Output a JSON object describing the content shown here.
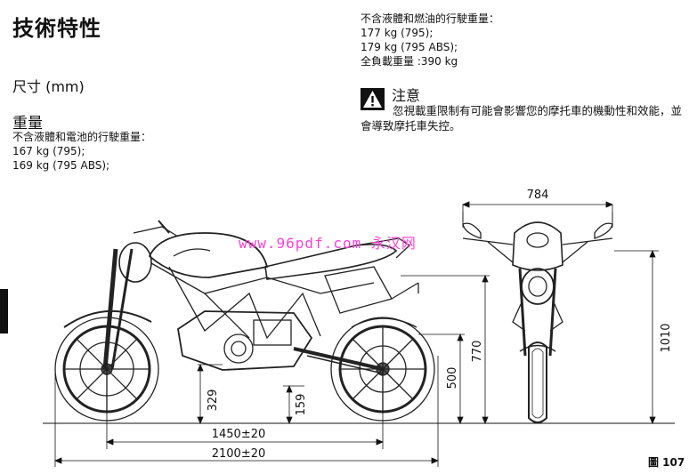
{
  "title": "技術特性",
  "dimensions_heading": "尺寸 (mm)",
  "weight": {
    "heading": "重量",
    "dry_label": "不含液體和電池的行駛重量：",
    "dry_795": "167 kg (795);",
    "dry_795abs": "169 kg (795 ABS);"
  },
  "wet": {
    "label": "不含液體和燃油的行駛重量：",
    "wet_795": "177 kg (795);",
    "wet_795abs": "179 kg (795 ABS);",
    "full_load": "全負載重量 :390 kg"
  },
  "warning": {
    "title": "注意",
    "text": "忽視載重限制有可能會影響您的摩托車的機動性和效能，並會導致摩托車失控。"
  },
  "watermark": "www.96pdf.com 永汉网",
  "diagram": {
    "width_784": "784",
    "height_1010": "1010",
    "seat_770": "770",
    "h_500": "500",
    "clearance_329": "329",
    "h_159": "159",
    "wheelbase": "1450±20",
    "length": "2100±20"
  },
  "figure_label": "圖 107"
}
